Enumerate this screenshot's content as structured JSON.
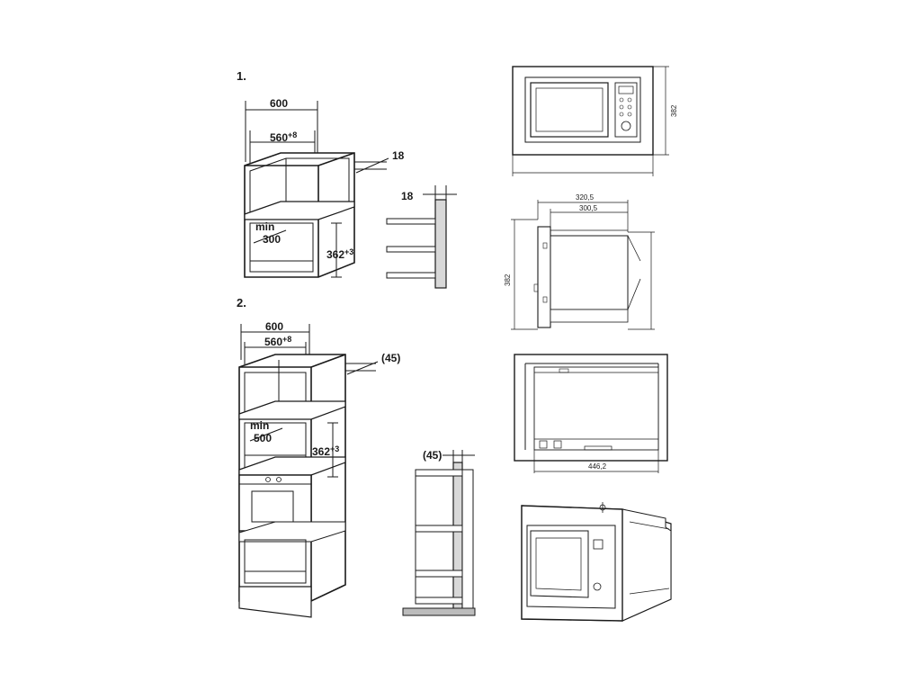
{
  "step1": {
    "number": "1.",
    "width_outer": "600",
    "width_inner": "560",
    "width_inner_tol": "+8",
    "panel_thickness": "18",
    "depth_label": "min",
    "depth_value": "300",
    "height_value": "362",
    "height_tol": "+3",
    "side_panel_thickness": "18"
  },
  "step2": {
    "number": "2.",
    "width_outer": "600",
    "width_inner": "560",
    "width_inner_tol": "+8",
    "gap": "(45)",
    "depth_label": "min",
    "depth_value": "500",
    "height_value": "362",
    "height_tol": "+3",
    "side_gap": "(45)"
  },
  "views": {
    "front_height": "382",
    "side_depth_outer": "320,5",
    "side_depth_inner": "300,5",
    "side_height": "382",
    "top_width": "446,2"
  },
  "colors": {
    "line": "#1a1a1a",
    "fill": "#ffffff",
    "shade": "#cfcfcf"
  }
}
